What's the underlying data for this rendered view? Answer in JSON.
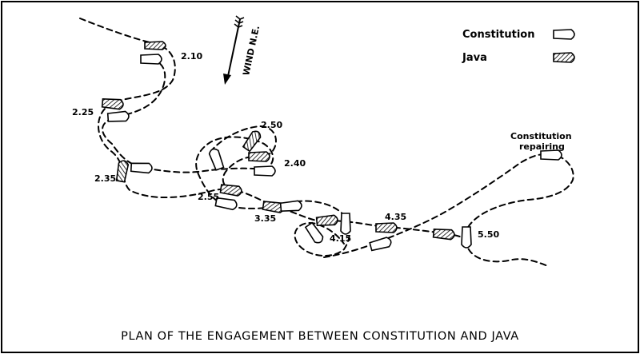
{
  "caption": "PLAN OF THE ENGAGEMENT BETWEEN CONSTITUTION AND JAVA",
  "wind_label": "WIND N.E.",
  "legend": {
    "constitution": "Constitution",
    "java": "Java"
  },
  "annotation": {
    "line1": "Constitution",
    "line2": "repairing"
  },
  "time_labels": {
    "t210": "2.10",
    "t225": "2.25",
    "t235": "2.35",
    "t240": "2.40",
    "t250": "2.50",
    "t255": "2.55",
    "t335": "3.35",
    "t415": "4.15",
    "t435": "4.35",
    "t550": "5.50"
  },
  "colors": {
    "ink": "#000000",
    "paper": "#ffffff"
  }
}
